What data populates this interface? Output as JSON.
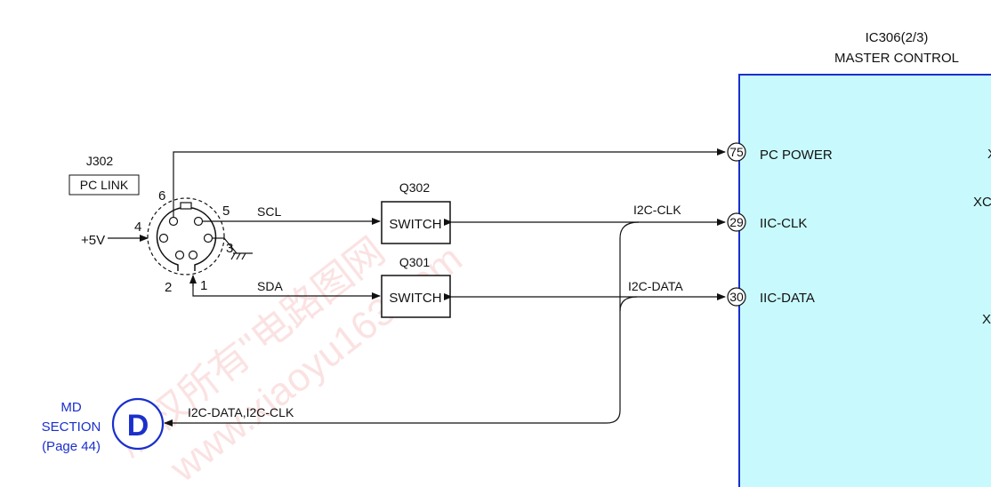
{
  "ic": {
    "ref": "IC306(2/3)",
    "name": "MASTER CONTROL",
    "fill_color": "#c8fafd",
    "border_color": "#1a2fcc"
  },
  "connector": {
    "ref": "J302",
    "name": "PC LINK",
    "supply": "+5V",
    "pins": [
      "1",
      "2",
      "3",
      "4",
      "5",
      "6"
    ]
  },
  "nets": {
    "scl": "SCL",
    "sda": "SDA",
    "i2c_clk": "I2C-CLK",
    "i2c_data": "I2C-DATA",
    "bus": "I2C-DATA,I2C-CLK"
  },
  "transistors": [
    {
      "ref": "Q302",
      "label": "SWITCH"
    },
    {
      "ref": "Q301",
      "label": "SWITCH"
    }
  ],
  "ic_pins": [
    {
      "num": "75",
      "name": "PC POWER"
    },
    {
      "num": "29",
      "name": "IIC-CLK"
    },
    {
      "num": "30",
      "name": "IIC-DATA"
    }
  ],
  "offpage": {
    "letter": "D",
    "line1": "MD",
    "line2": "SECTION",
    "line3": "(Page 44)",
    "color": "#1a2fcc"
  },
  "cut_labels": [
    "X",
    "XC",
    "X"
  ],
  "watermark": {
    "line1": "版权所有\"电路图网",
    "line2": "www.xiaoyu163.com"
  }
}
